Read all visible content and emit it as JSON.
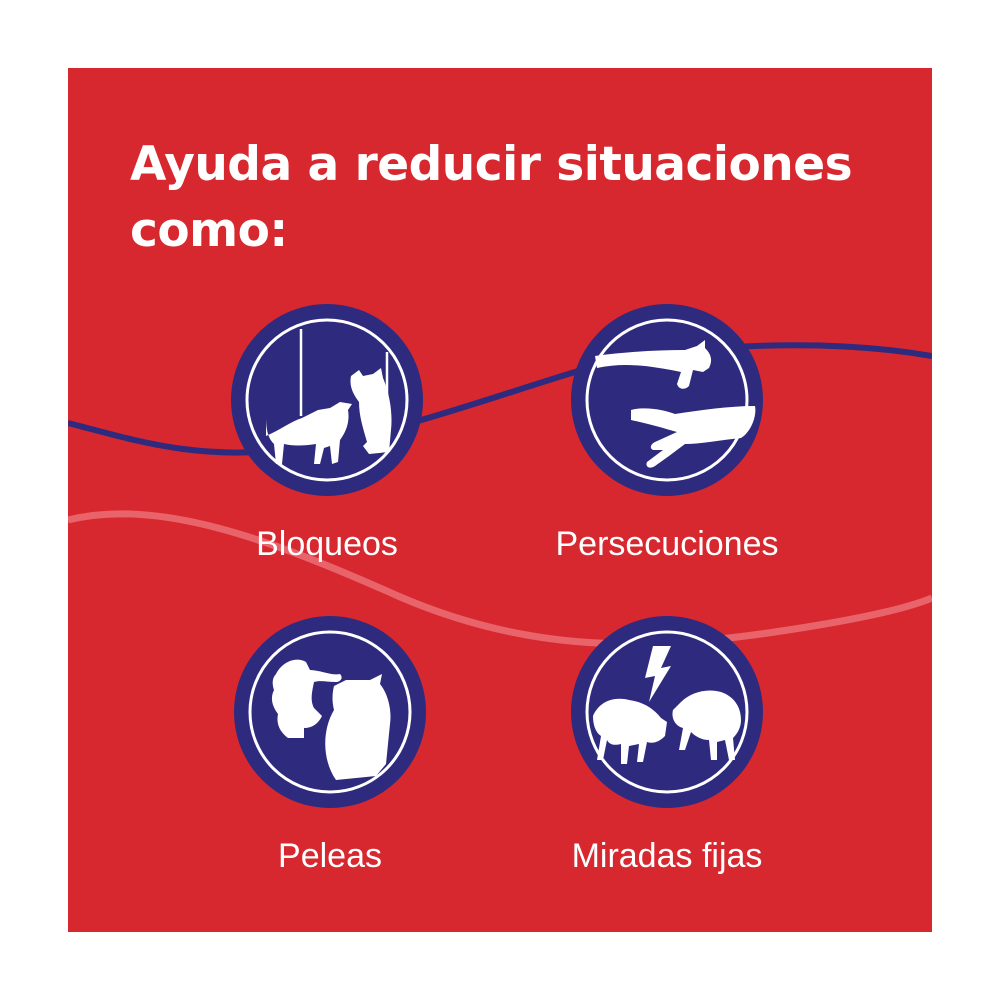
{
  "title": "Ayuda a reducir situaciones como:",
  "colors": {
    "background": "#d8282f",
    "badge_navy": "#2e2a7e",
    "wave_navy": "#2e2a7e",
    "wave_light": "#e9636a",
    "text": "#ffffff"
  },
  "situations": [
    {
      "label": "Bloqueos",
      "icon": "cats-blocking-icon"
    },
    {
      "label": "Persecuciones",
      "icon": "cats-chasing-icon"
    },
    {
      "label": "Peleas",
      "icon": "cats-fighting-icon"
    },
    {
      "label": "Miradas fijas",
      "icon": "cats-staring-icon"
    }
  ]
}
